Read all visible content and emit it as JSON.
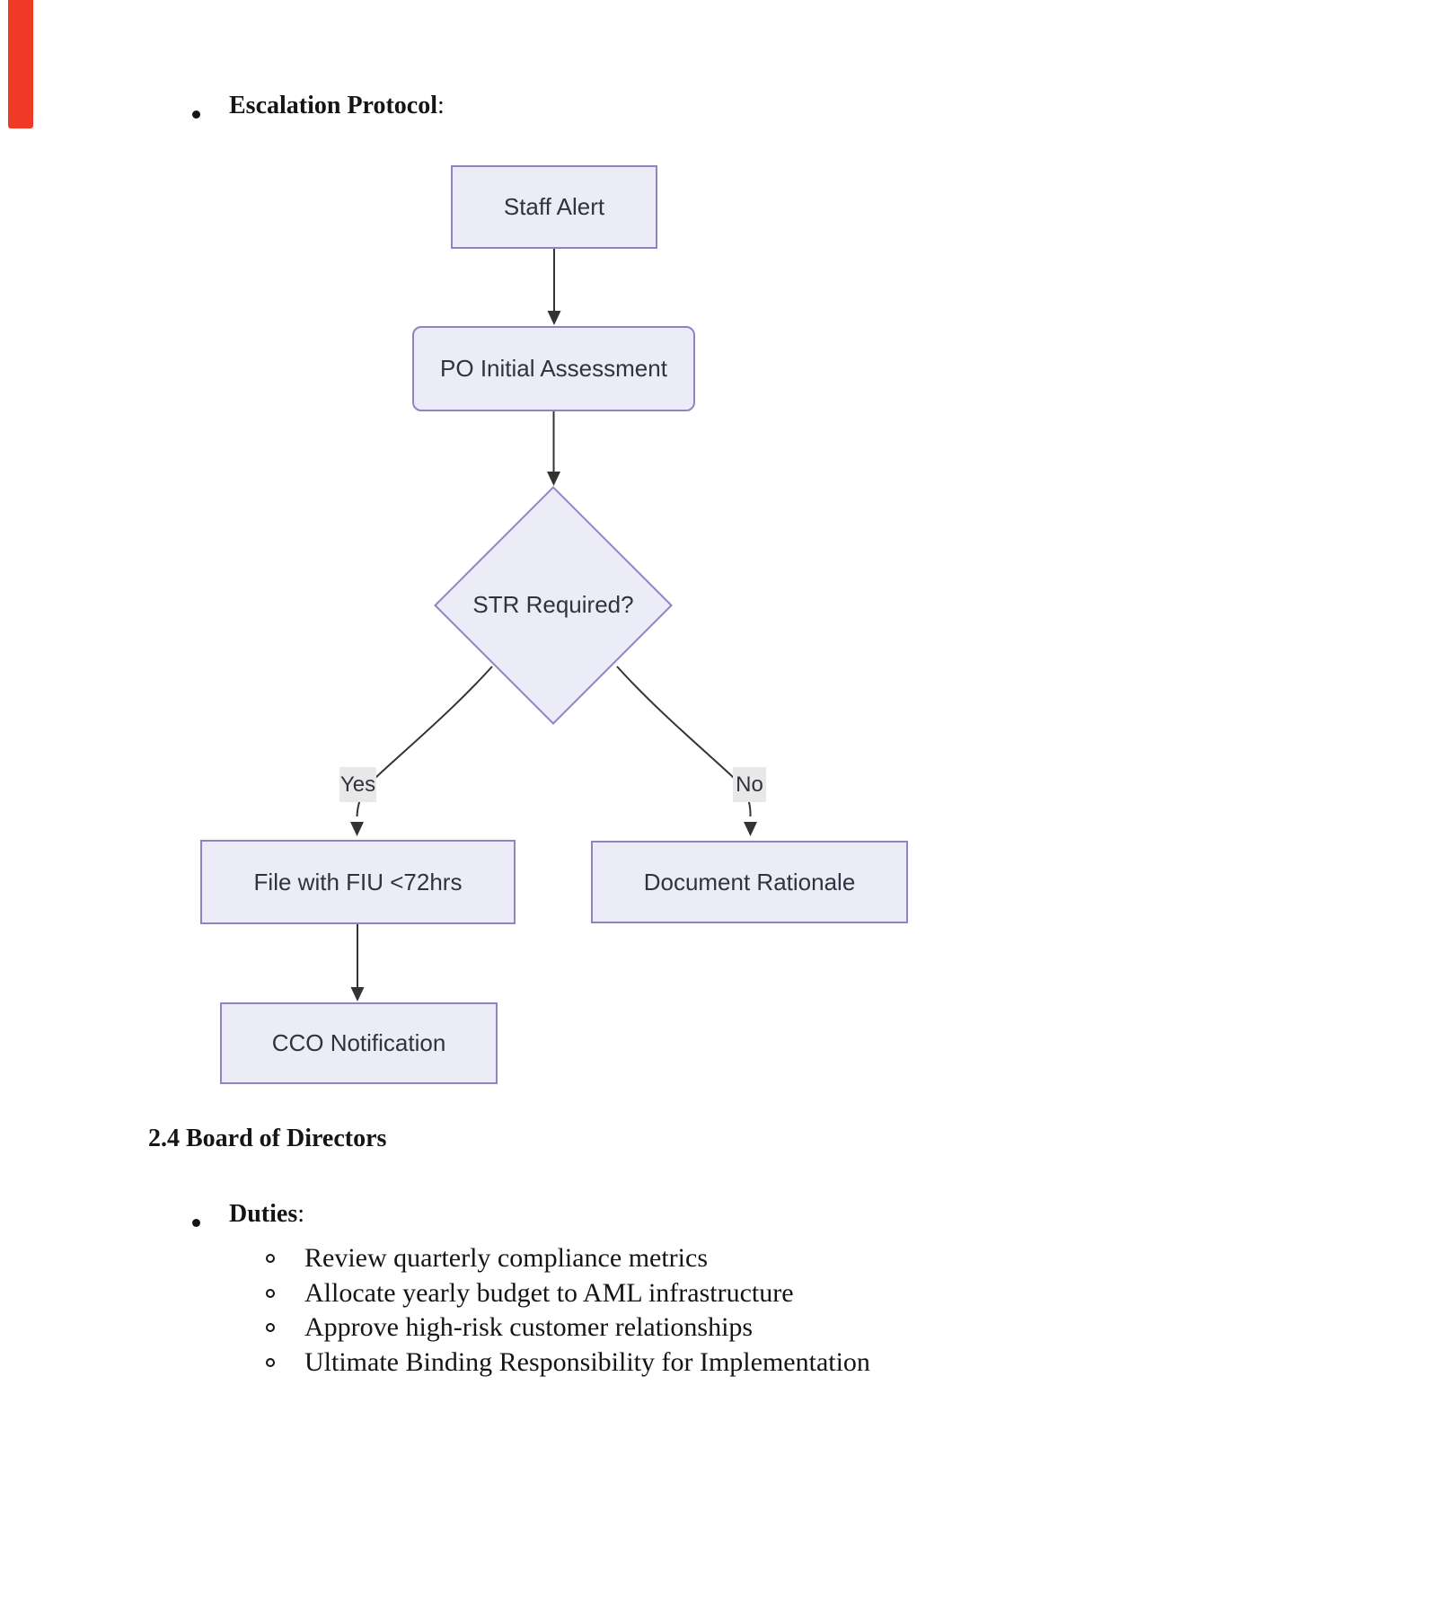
{
  "colors": {
    "marker_red": "#EF3A26",
    "doc_text": "#151515",
    "node_fill": "#ECECF9",
    "node_border": "#9182C4",
    "node_text": "#32323E",
    "edge_line": "#333333",
    "edge_label_bg": "#E8E8E8"
  },
  "escalation": {
    "label": "Escalation Protocol",
    "colon": ":"
  },
  "flowchart": {
    "staff_label": "Staff Alert",
    "po_label": "PO Initial Assessment",
    "decision_label": "STR Required?",
    "yes_label": "Yes",
    "no_label": "No",
    "file_label": "File with FIU <72hrs",
    "rationale_label": "Document Rationale",
    "cco_label": "CCO Notification"
  },
  "section": {
    "heading": "2.4 Board of Directors"
  },
  "duties": {
    "label": "Duties",
    "colon": ":",
    "items": [
      "Review quarterly compliance metrics",
      "Allocate yearly budget to AML infrastructure",
      "Approve high-risk customer relationships",
      "Ultimate Binding Responsibility for Implementation"
    ]
  }
}
